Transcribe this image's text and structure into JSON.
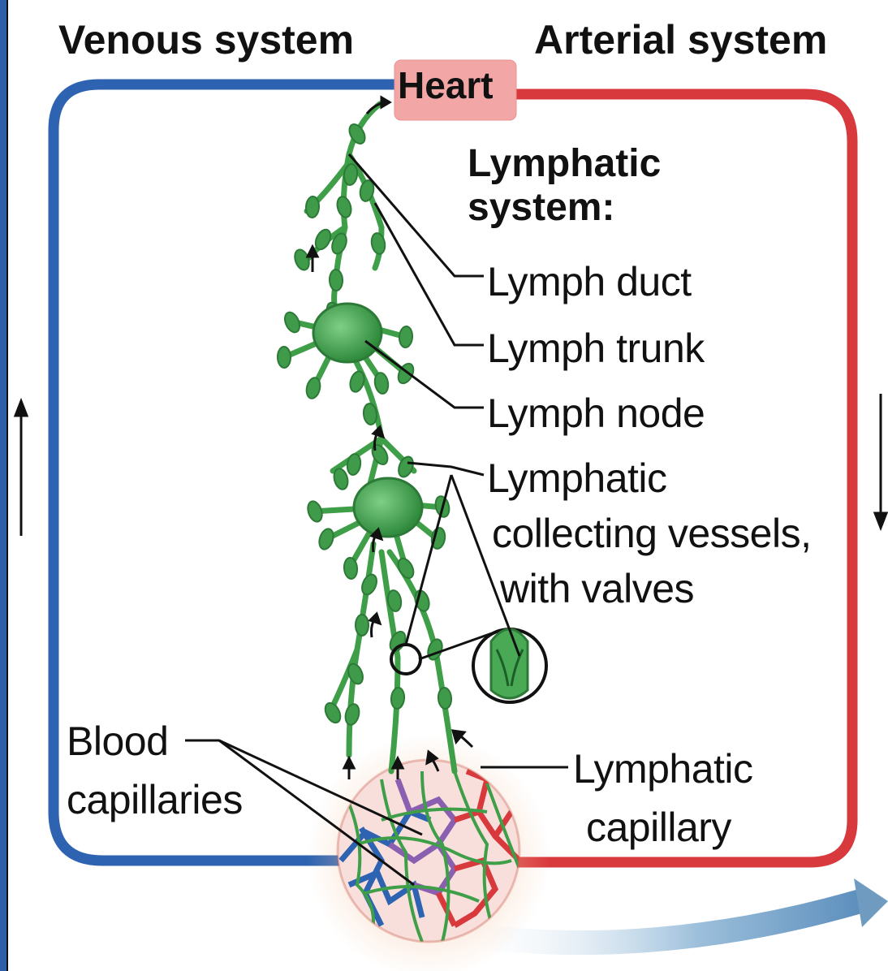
{
  "colors": {
    "venous": "#2d63b0",
    "arterial": "#d8393d",
    "heart_fill": "#f2a7a6",
    "lymph": "#3f9e48",
    "lymph_node": "#3f9a4a",
    "capillary_mix": "#8a5fb0",
    "frame_accent": "#2f5fa8",
    "return_arrow": "#6f9bc1"
  },
  "icons": {
    "up_arrow": "up-arrow-icon",
    "down_arrow": "down-arrow-icon",
    "valve": "valve-icon",
    "flow_arrow": "flow-arrow-icon"
  },
  "headers": {
    "venous": "Venous system",
    "arterial": "Arterial system",
    "heart": "Heart"
  },
  "lymphatic_title": {
    "line1": "Lymphatic",
    "line2": "system:"
  },
  "labels": {
    "lymph_duct": "Lymph duct",
    "lymph_trunk": "Lymph trunk",
    "lymph_node": "Lymph node",
    "collecting_1": "Lymphatic",
    "collecting_2": "collecting vessels,",
    "collecting_3": "with valves",
    "blood_1": "Blood",
    "blood_2": "capillaries",
    "lymph_cap_1": "Lymphatic",
    "lymph_cap_2": "capillary"
  }
}
